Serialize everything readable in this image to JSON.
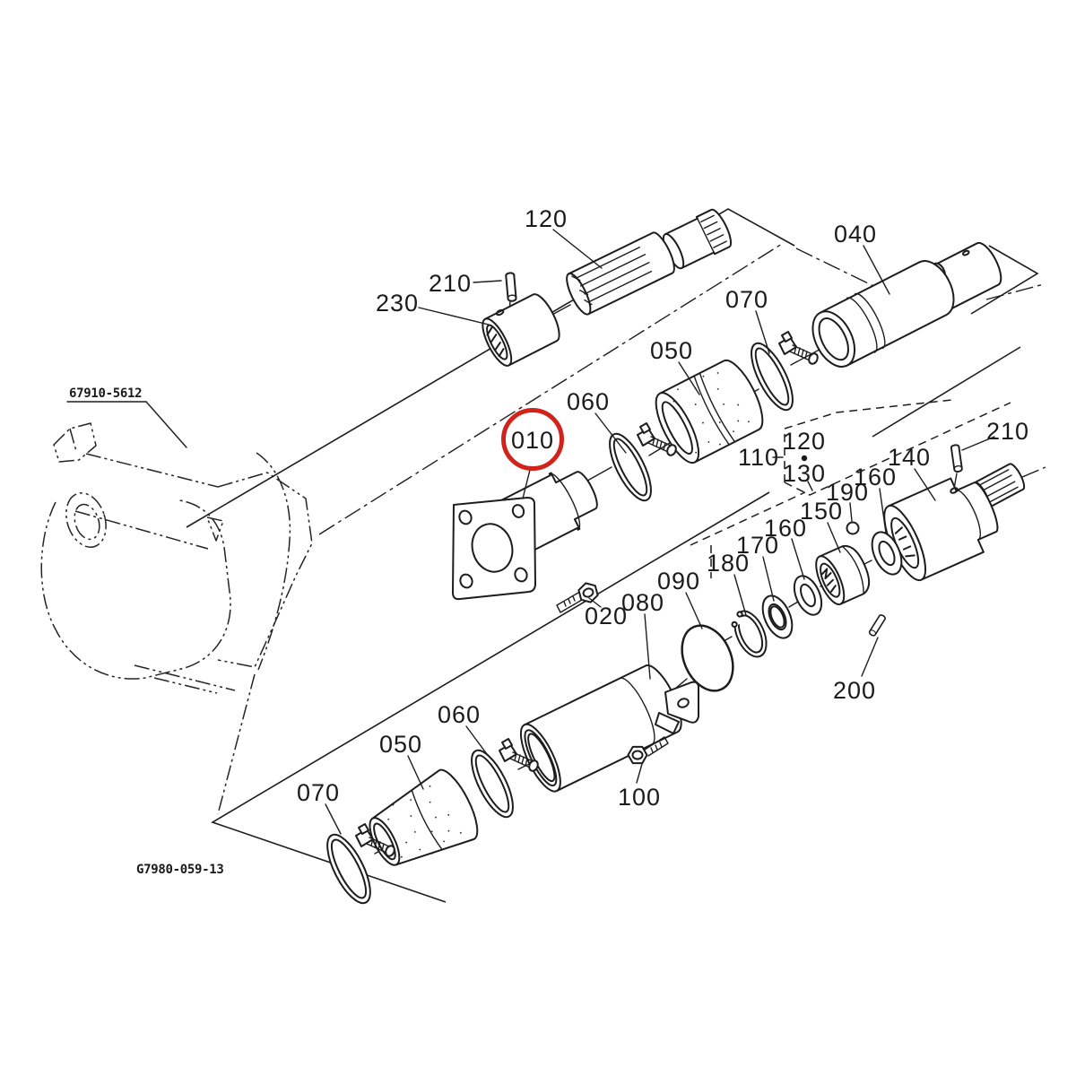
{
  "figure": {
    "assembly_ref": "67910-5612",
    "drawing_code": "G7980-059-13",
    "highlighted_callout": "010",
    "highlight_color": "#cf231b",
    "callouts": {
      "c120_top": "120",
      "c210_top": "210",
      "c230": "230",
      "c040": "040",
      "c070_top": "070",
      "c050_top": "050",
      "c060_top": "060",
      "c010": "010",
      "c020": "020",
      "c110": "110",
      "c120_box": "120",
      "c130": "130",
      "c140": "140",
      "c210_right": "210",
      "c160_right": "160",
      "c190": "190",
      "c150": "150",
      "c160_left": "160",
      "c170": "170",
      "c180": "180",
      "c090": "090",
      "c200": "200",
      "c080": "080",
      "c100": "100",
      "c060_bottom": "060",
      "c050_bottom": "050",
      "c070_bottom": "070"
    }
  }
}
